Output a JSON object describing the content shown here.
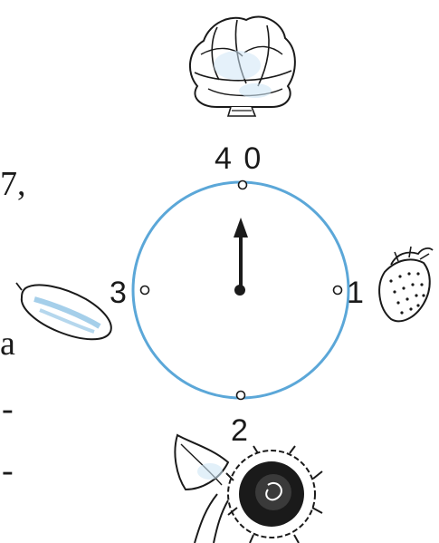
{
  "page": {
    "margin_fragments": [
      "7,",
      "a",
      "-",
      "-"
    ]
  },
  "dial": {
    "labels": {
      "top": "4 0",
      "right": "1",
      "bottom": "2",
      "left": "3"
    },
    "hand_points_to": "top",
    "circle_color": "#5ba7d8",
    "ink_color": "#1a1a1a"
  },
  "pictures": {
    "top": "cabbage-icon",
    "right": "strawberry-icon",
    "bottom": "sunflower-icon",
    "left": "cucumber-icon"
  }
}
